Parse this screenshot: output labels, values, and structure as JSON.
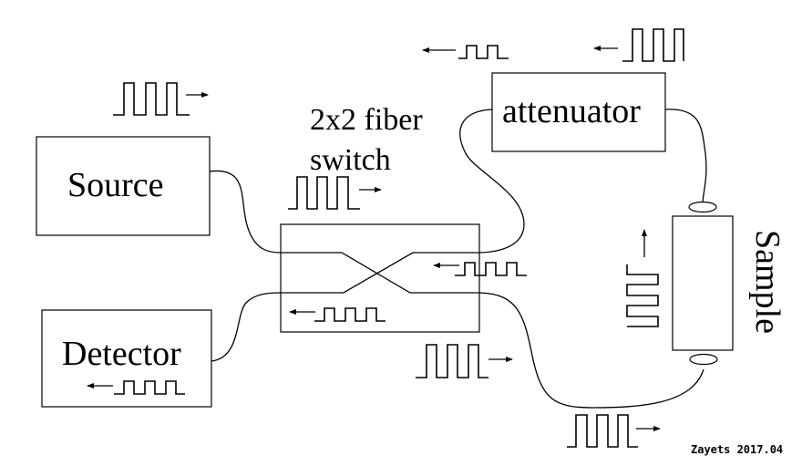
{
  "labels": {
    "source": "Source",
    "detector": "Detector",
    "attenuator": "attenuator",
    "sample": "Sample",
    "switch_line1": "2x2 fiber",
    "switch_line2": "switch",
    "signature": "Zayets 2017.04"
  }
}
